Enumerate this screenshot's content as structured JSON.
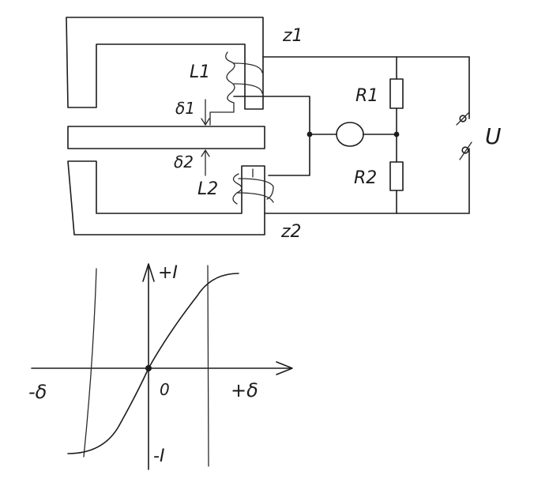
{
  "circuit": {
    "labels": {
      "z1": "z1",
      "z2": "z2",
      "l1": "L1",
      "l2": "L2",
      "delta1": "δ1",
      "delta2": "δ2",
      "r1": "R1",
      "r2": "R2",
      "voltage": "U"
    }
  },
  "graph": {
    "labels": {
      "plus_i": "+I",
      "minus_i": "-I",
      "origin": "0",
      "plus_delta": "+δ",
      "minus_delta": "-δ"
    }
  },
  "colors": {
    "ink": "#1c1c1c",
    "paper": "#ffffff"
  }
}
